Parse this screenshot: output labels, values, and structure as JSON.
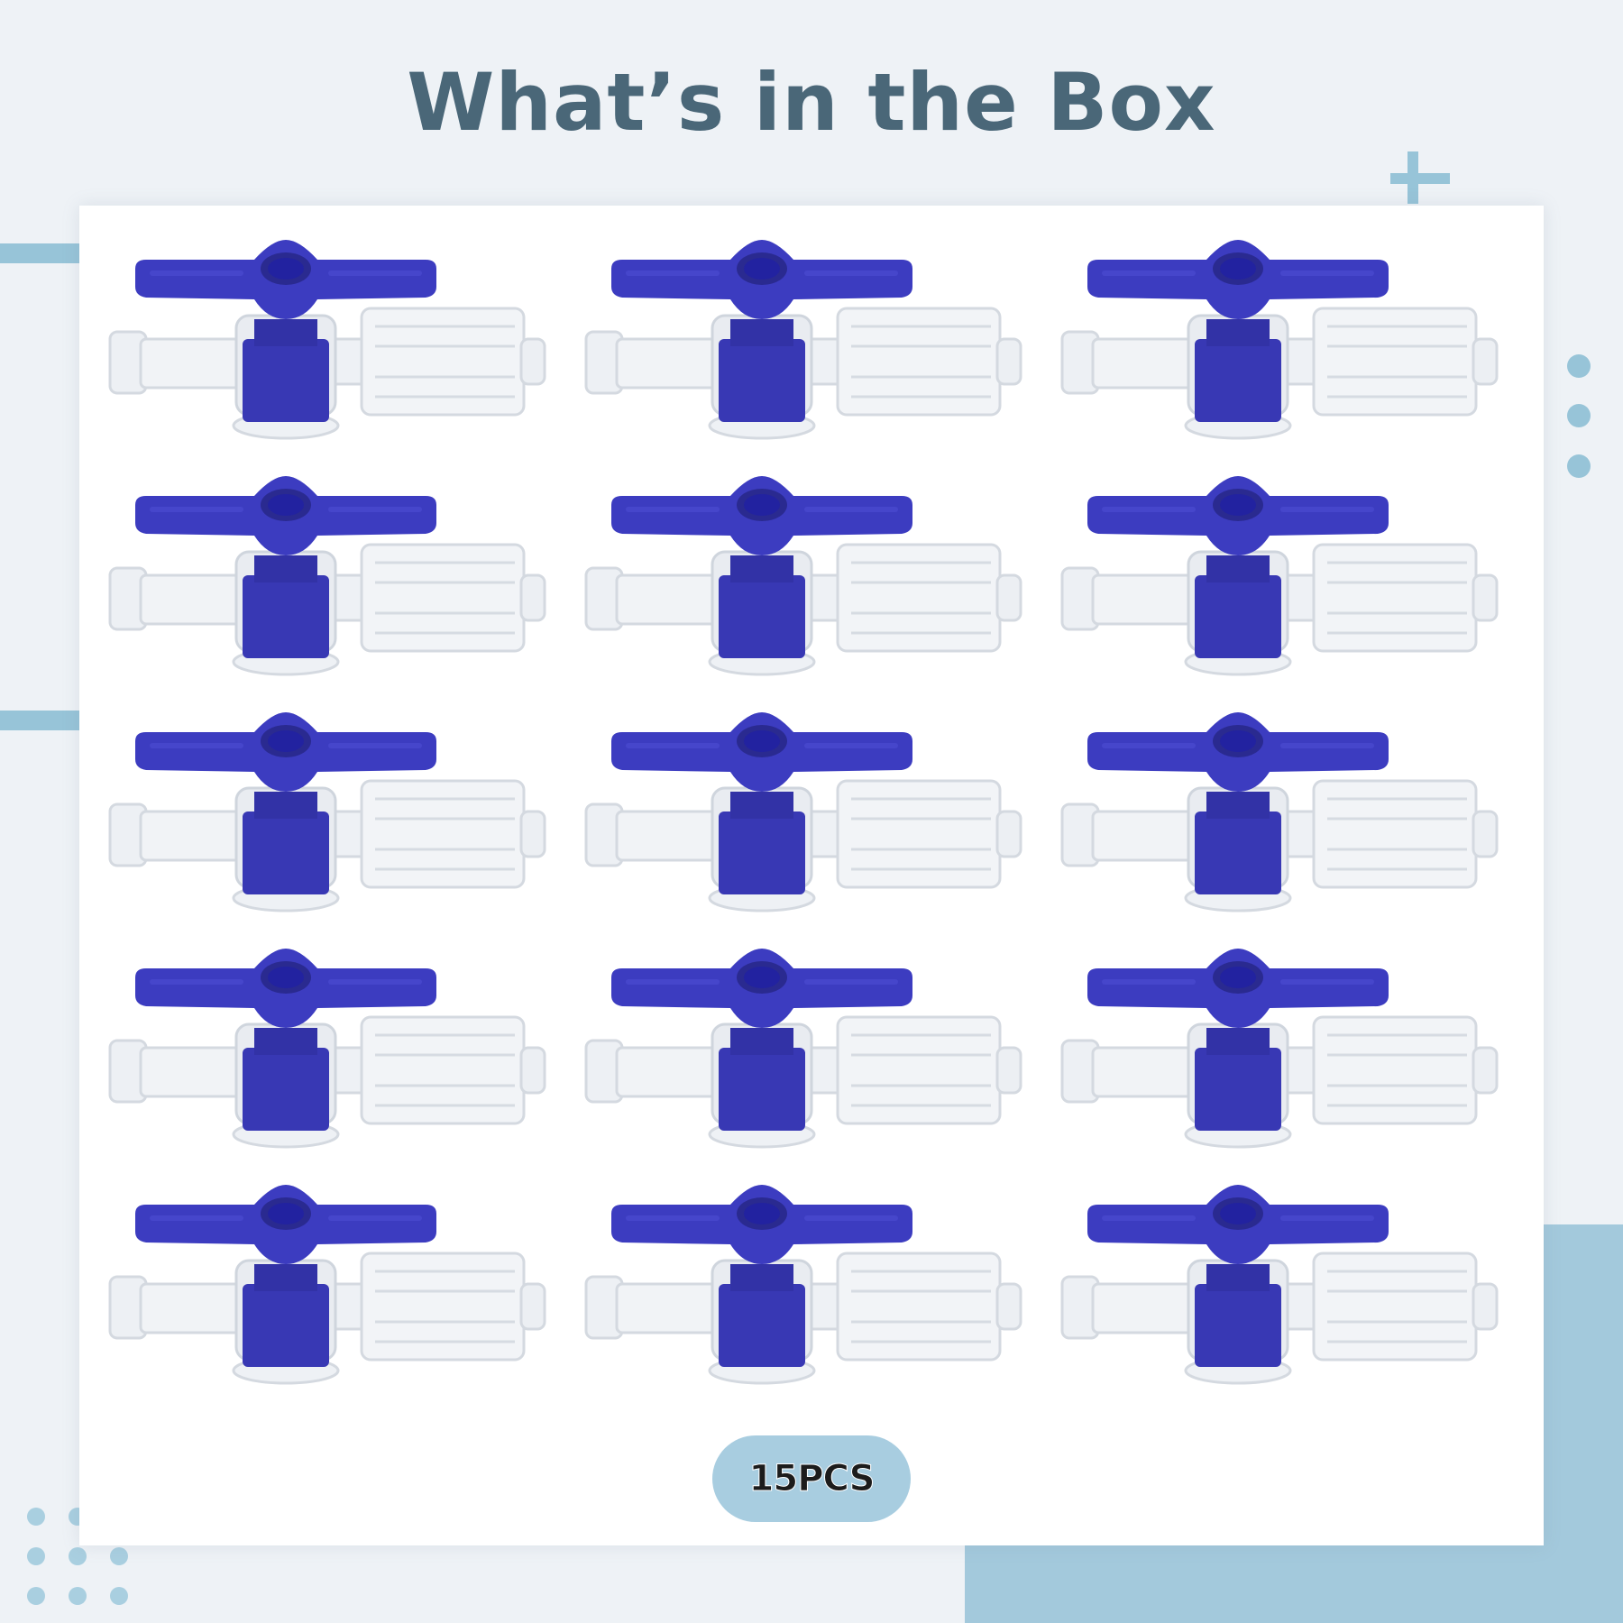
{
  "header": {
    "title": "What’s in the Box"
  },
  "product": {
    "name": "stopcock-valve-icon",
    "handle_color": "#3a3ab8",
    "body_color": "#e6e9ee"
  },
  "grid": {
    "rows": 5,
    "columns": 3,
    "item_count": 15
  },
  "badge": {
    "label": "15PCS"
  },
  "colors": {
    "accent": "#97c4d8",
    "background": "#eef2f6",
    "title": "#4a6778"
  }
}
